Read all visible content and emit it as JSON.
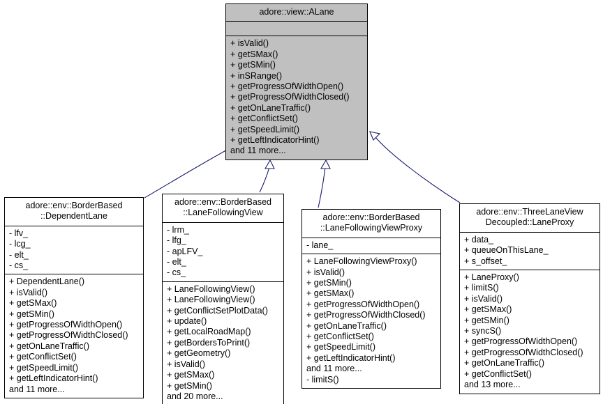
{
  "diagram": {
    "kind": "uml-inheritance-diagram",
    "background_color": "#ffffff",
    "base_fill_color": "#c0c0c0",
    "derived_fill_color": "#ffffff",
    "border_color": "#000000",
    "edge_color": "#191970",
    "edge_style": "generalization-hollow-triangle"
  },
  "nodes": {
    "base": {
      "title": "adore::view::ALane",
      "attributes": [],
      "operations": [
        "+ isValid()",
        "+ getSMax()",
        "+ getSMin()",
        "+ inSRange()",
        "+ getProgressOfWidthOpen()",
        "+ getProgressOfWidthClosed()",
        "+ getOnLaneTraffic()",
        "+ getConflictSet()",
        "+ getSpeedLimit()",
        "+ getLeftIndicatorHint()",
        "and 11 more..."
      ]
    },
    "dependent_lane": {
      "title": "adore::env::BorderBased\n::DependentLane",
      "attributes": [
        "- lfv_",
        "- lcg_",
        "- elt_",
        "- cs_"
      ],
      "operations": [
        "+ DependentLane()",
        "+ isValid()",
        "+ getSMax()",
        "+ getSMin()",
        "+ getProgressOfWidthOpen()",
        "+ getProgressOfWidthClosed()",
        "+ getOnLaneTraffic()",
        "+ getConflictSet()",
        "+ getSpeedLimit()",
        "+ getLeftIndicatorHint()",
        "and 11 more..."
      ]
    },
    "lane_following_view": {
      "title": "adore::env::BorderBased\n::LaneFollowingView",
      "attributes": [
        "- lrm_",
        "- lfg_",
        "- apLFV_",
        "- elt_",
        "- cs_"
      ],
      "operations": [
        "+ LaneFollowingView()",
        "+ LaneFollowingView()",
        "+ getConflictSetPlotData()",
        "+ update()",
        "+ getLocalRoadMap()",
        "+ getBordersToPrint()",
        "+ getGeometry()",
        "+ isValid()",
        "+ getSMax()",
        "+ getSMin()",
        "and 20 more..."
      ]
    },
    "lane_following_view_proxy": {
      "title": "adore::env::BorderBased\n::LaneFollowingViewProxy",
      "attributes": [
        "- lane_"
      ],
      "operations": [
        "+ LaneFollowingViewProxy()",
        "+ isValid()",
        "+ getSMin()",
        "+ getSMax()",
        "+ getProgressOfWidthOpen()",
        "+ getProgressOfWidthClosed()",
        "+ getOnLaneTraffic()",
        "+ getConflictSet()",
        "+ getSpeedLimit()",
        "+ getLeftIndicatorHint()",
        "and 11 more...",
        "- limitS()"
      ]
    },
    "lane_proxy": {
      "title": "adore::env::ThreeLaneView\nDecoupled::LaneProxy",
      "attributes": [
        "+ data_",
        "+ queueOnThisLane_",
        "+ s_offset_"
      ],
      "operations": [
        "+ LaneProxy()",
        "+ limitS()",
        "+ isValid()",
        "+ getSMax()",
        "+ getSMin()",
        "+ syncS()",
        "+ getProgressOfWidthOpen()",
        "+ getProgressOfWidthClosed()",
        "+ getOnLaneTraffic()",
        "+ getConflictSet()",
        "and 13 more..."
      ]
    }
  }
}
